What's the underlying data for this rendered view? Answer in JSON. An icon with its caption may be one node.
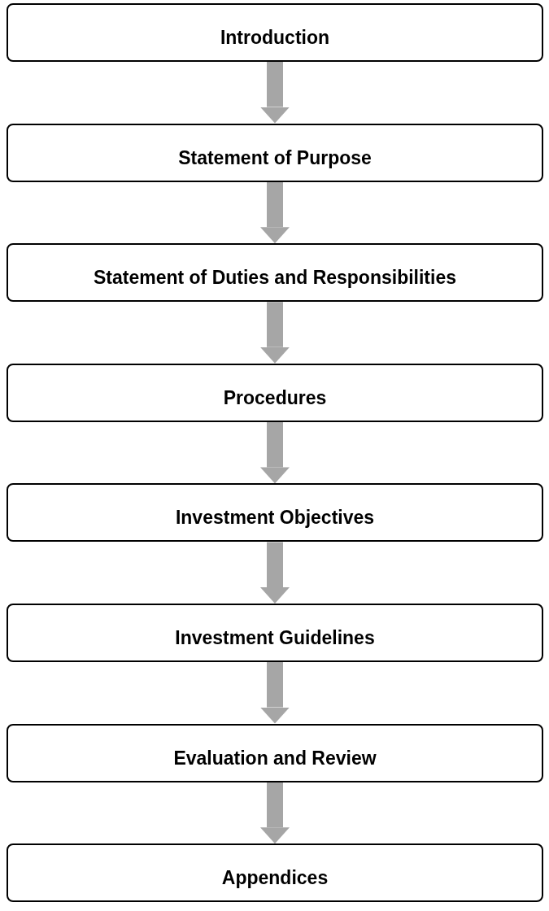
{
  "diagram": {
    "nodes": [
      {
        "text": [
          "Introduction"
        ]
      },
      {
        "text": [
          "Statement of Purpose"
        ]
      },
      {
        "text": [
          "Statement of Duties and Responsibilities"
        ]
      },
      {
        "text": [
          "Procedures"
        ]
      },
      {
        "text": [
          "Investment Objectives"
        ]
      },
      {
        "text": [
          "Investment Guidelines"
        ]
      },
      {
        "text": [
          "Evaluation and Review"
        ]
      },
      {
        "text": [
          "Appendices"
        ]
      }
    ],
    "edges": [
      {
        "from": 0,
        "to": 1,
        "arrow": "to"
      },
      {
        "from": 1,
        "to": 2,
        "arrow": "to"
      },
      {
        "from": 2,
        "to": 3,
        "arrow": "to"
      },
      {
        "from": 3,
        "to": 4,
        "arrow": "to"
      },
      {
        "from": 4,
        "to": 5,
        "arrow": "to"
      },
      {
        "from": 5,
        "to": 6,
        "arrow": "to"
      },
      {
        "from": 6,
        "to": 7,
        "arrow": "to"
      }
    ]
  }
}
